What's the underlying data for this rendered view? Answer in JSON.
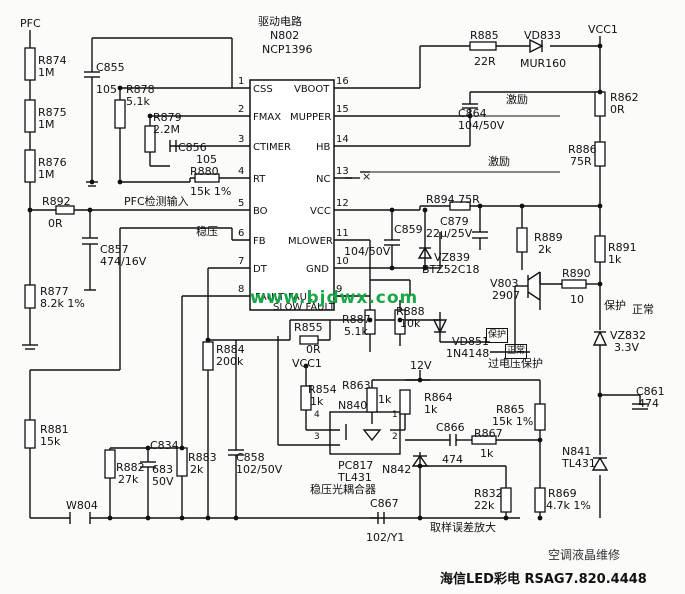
{
  "ic": {
    "title1": "驱动电路",
    "title2": "N802",
    "title3": "NCP1396"
  },
  "pins_left": [
    {
      "num": "1",
      "name": "CSS"
    },
    {
      "num": "2",
      "name": "FMAX"
    },
    {
      "num": "3",
      "name": "CTIMER"
    },
    {
      "num": "4",
      "name": "RT"
    },
    {
      "num": "5",
      "name": "BO"
    },
    {
      "num": "6",
      "name": "FB"
    },
    {
      "num": "7",
      "name": "DT"
    },
    {
      "num": "8",
      "name": "FAULT"
    }
  ],
  "pins_right": [
    {
      "num": "16",
      "name": "VBOOT"
    },
    {
      "num": "15",
      "name": "MUPPER"
    },
    {
      "num": "14",
      "name": "HB"
    },
    {
      "num": "13",
      "name": "NC"
    },
    {
      "num": "12",
      "name": "VCC"
    },
    {
      "num": "11",
      "name": "MLOWER"
    },
    {
      "num": "10",
      "name": "GND"
    },
    {
      "num": "9",
      "name": "SLOW FAULT"
    }
  ],
  "pin9_prefix": "FAUL",
  "nets": {
    "pfc": "PFC",
    "vcc1_top": "VCC1",
    "vcc1_mid": "VCC1",
    "v12": "12V",
    "w804": "W804"
  },
  "components": {
    "r874": {
      "ref": "R874",
      "val": "1M"
    },
    "r875": {
      "ref": "R875",
      "val": "1M"
    },
    "r876": {
      "ref": "R876",
      "val": "1M"
    },
    "c855": {
      "ref": "C855",
      "val": "105"
    },
    "r878": {
      "ref": "R878",
      "val": "5.1k"
    },
    "r879": {
      "ref": "R879",
      "val": "2.2M"
    },
    "c856": {
      "ref": "C856",
      "val": "105"
    },
    "r880": {
      "ref": "R880",
      "val": "15k 1%"
    },
    "r892": {
      "ref": "R892",
      "val": "0R"
    },
    "c857": {
      "ref": "C857",
      "val": "474/16V"
    },
    "r877": {
      "ref": "R877",
      "val": "8.2k 1%"
    },
    "r881": {
      "ref": "R881",
      "val": "15k"
    },
    "r885": {
      "ref": "R885",
      "val": "22R"
    },
    "vd833": {
      "ref": "VD833",
      "val": "MUR160"
    },
    "r862": {
      "ref": "R862",
      "val": "0R"
    },
    "c864": {
      "ref": "C864",
      "val": "104/50V"
    },
    "r886": {
      "ref": "R886",
      "val": "75R"
    },
    "r894": {
      "ref": "R894 75R",
      "val": ""
    },
    "c879": {
      "ref": "C879",
      "val": "22μ/25V"
    },
    "c859": {
      "ref": "C859",
      "val": "104/50V"
    },
    "vz839": {
      "ref": "VZ839",
      "val": "BTZ52C18"
    },
    "r889": {
      "ref": "R889",
      "val": "2k"
    },
    "r891": {
      "ref": "R891",
      "val": "1k"
    },
    "v803": {
      "ref": "V803",
      "val": "2907"
    },
    "r890": {
      "ref": "R890",
      "val": "10"
    },
    "vz832": {
      "ref": "VZ832",
      "val": "3.3V"
    },
    "c861": {
      "ref": "C861",
      "val": "474"
    },
    "r887": {
      "ref": "R887",
      "val": "5.1k"
    },
    "r888": {
      "ref": "R888",
      "val": "10k"
    },
    "r855": {
      "ref": "R855",
      "val": "0R"
    },
    "vd851": {
      "ref": "VD851",
      "val": "1N4148"
    },
    "r884": {
      "ref": "R884",
      "val": "200k"
    },
    "r854": {
      "ref": "R854",
      "val": "1k"
    },
    "r863": {
      "ref": "R863",
      "val": "1k"
    },
    "r864": {
      "ref": "R864",
      "val": "1k"
    },
    "n840": {
      "ref": "N840",
      "val": ""
    },
    "c866": {
      "ref": "C866",
      "val": "474"
    },
    "r867": {
      "ref": "R867",
      "val": "1k"
    },
    "r865": {
      "ref": "R865",
      "val": "15k 1%"
    },
    "n841": {
      "ref": "N841",
      "val": "TL431"
    },
    "r882": {
      "ref": "R882",
      "val": "27k"
    },
    "c834": {
      "ref": "C834",
      "val": "683"
    },
    "c834v": {
      "ref": "50V",
      "val": ""
    },
    "r883": {
      "ref": "R883",
      "val": "2k"
    },
    "c858": {
      "ref": "C858",
      "val": "102/50V"
    },
    "pc817": {
      "ref": "PC817",
      "val": "TL431"
    },
    "n842": {
      "ref": "N842",
      "val": ""
    },
    "r832": {
      "ref": "R832",
      "val": "22k"
    },
    "r869": {
      "ref": "R869",
      "val": "4.7k 1%"
    },
    "c867": {
      "ref": "C867",
      "val": "102/Y1"
    }
  },
  "annotations": {
    "pfc_detect": "PFC检测输入",
    "jili1": "激励",
    "jili2": "激励",
    "wenya": "稳压",
    "overvolt": "过电压保护",
    "protect_box": "保护",
    "normal_box": "正常",
    "protect2": "保护",
    "normal2": "正常",
    "optocoupler": "稳压光耦合器",
    "sampling": "取样误差放大",
    "x_mark": "×"
  },
  "watermark": "www.bjdwx.com",
  "footer": "海信LED彩电 RSAG7.820.4448",
  "brand": "空调液晶维修"
}
